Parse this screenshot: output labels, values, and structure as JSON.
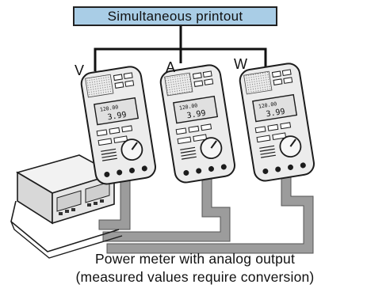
{
  "header": {
    "title": "Simultaneous printout"
  },
  "channels": [
    {
      "label": "V",
      "display_line1": "120.00",
      "display_line2": "3.99"
    },
    {
      "label": "A",
      "display_line1": "120.00",
      "display_line2": "3.99"
    },
    {
      "label": "W",
      "display_line1": "120.00",
      "display_line2": "3.99"
    }
  ],
  "caption": {
    "line1": "Power meter with analog output",
    "line2": "(measured values require conversion)"
  },
  "colors": {
    "header_fill": "#a9cde6",
    "cable": "#9c9c9c",
    "device_body": "#ececec",
    "outline": "#1c1c1c"
  }
}
